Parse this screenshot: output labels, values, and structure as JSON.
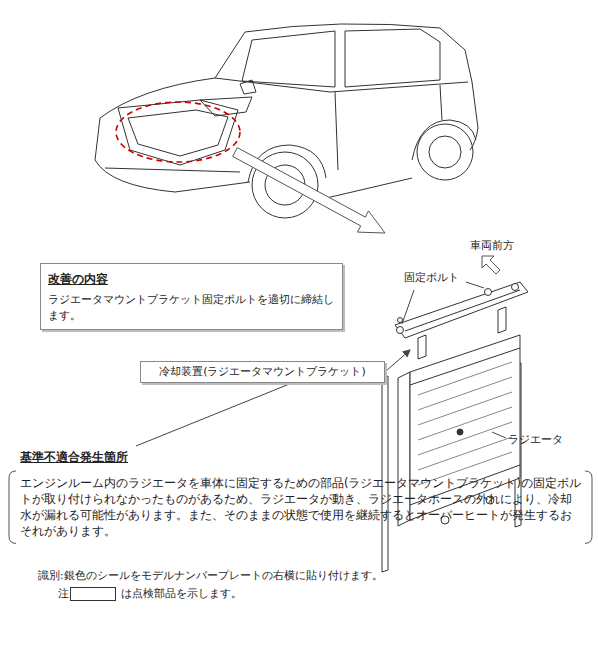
{
  "diagram": {
    "nodes": [
      {
        "text": [
          "改善の内容",
          "ラジエータマウントブラケット固定ボルトを適切に締結します。"
        ]
      },
      {
        "text": [
          "冷却装置(ラジエータマウントブラケット)"
        ]
      },
      {
        "text": [
          "基準不適合発生箇所",
          "エンジンルーム内のラジエータを車体に固定するための部品(ラジエータマウントブラケット)の固定ボルトが取り付けられなかったものがあるため、ラジエータが動き、ラジエータホースの外れにより、冷却水が漏れる可能性があります。また、そのままの状態で使用を継続するとオーバーヒートが発生するおそれがあります。"
        ]
      }
    ],
    "edges": [
      {
        "from": 2,
        "to": 1,
        "arrow": "none"
      }
    ],
    "labels": [
      "車両前方",
      "固定ボルト",
      "ラジエータ",
      "識別:銀色のシールをモデルナンバープレートの右横に貼り付けます。",
      "注:"
    ],
    "legend": [
      {
        "text": "は点検部品を示します。"
      }
    ]
  }
}
